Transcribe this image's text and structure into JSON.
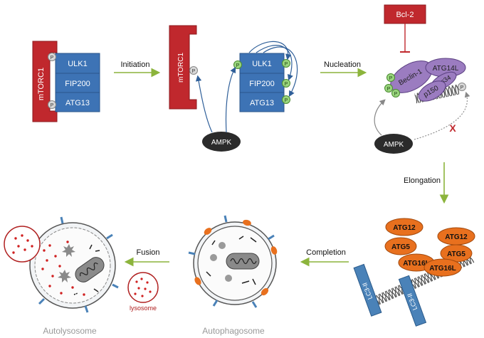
{
  "labels": {
    "mtorc1": "mTORC1",
    "ulk1": "ULK1",
    "fip200": "FIP200",
    "atg13": "ATG13",
    "phospho": "P",
    "ampk": "AMPK",
    "bcl2": "Bcl-2",
    "beclin1": "Beclin-1",
    "atg14l": "ATG14L",
    "vps34": "Vps34",
    "p150": "p150",
    "atg12": "ATG12",
    "atg5": "ATG5",
    "atg16l": "ATG16L",
    "lc3": "LC3-II",
    "lysosome": "lysosome",
    "blocked": "X"
  },
  "steps": {
    "initiation": "Initiation",
    "nucleation": "Nucleation",
    "elongation": "Elongation",
    "completion": "Completion",
    "fusion": "Fusion"
  },
  "stages": {
    "autolysosome": "Autolysosome",
    "autophagosome": "Autophagosome"
  },
  "colors": {
    "mtorc_red": "#c0282d",
    "ulk_blue": "#3d73b5",
    "green_arrow": "#8cb43c",
    "purple": "#9b7cc0",
    "orange": "#e8701e",
    "lc3_blue": "#4a82b8",
    "dark_red": "#b02020",
    "ampk_dark": "#2b2b2b"
  }
}
